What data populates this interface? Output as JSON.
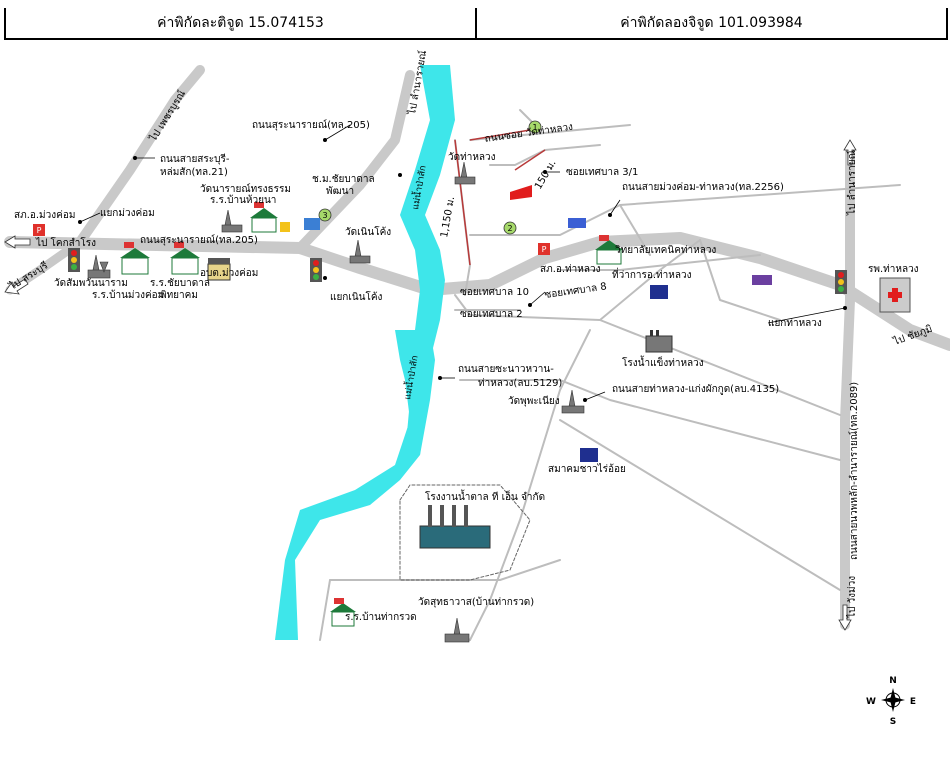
{
  "header": {
    "latitude": "ค่าพิกัดละติจูด 15.074153",
    "longitude": "ค่าพิกัดลองจิจูด 101.093984"
  },
  "colors": {
    "road": "#c9c9c9",
    "river": "#3ee6ea",
    "pointer": "#000000",
    "distance_line": "#b83a3a",
    "site": "#e11d1d"
  },
  "labels": {
    "to_phetchabun": "ไป เพชรบูรณ์",
    "to_lamnarai_top": "ไป ลำนารายณ์",
    "to_lamnarai_right": "ไป ลำนารายณ์",
    "to_khoksamrong": "ไป โคกสำโรง",
    "to_saraburi": "ไป สระบุรี",
    "to_chaibadan": "ไป ชัยภูมิ",
    "to_wangmuang": "ไป วังม่วง",
    "road_saraburi_lomsak": "ถนนสายสระบุรี-",
    "road_saraburi_lomsak_2": "หล่มสัก(ทล.21)",
    "road_suranarai_top": "ถนนสุระนารายณ์(ทล.205)",
    "road_suranarai_left": "ถนนสุระนารายณ์(ทล.205)",
    "soi_wat_thaluang": "ถนนซอย วัดท่าหลวง",
    "soi_3_1": "ซอยเทศบาล 3/1",
    "road_muangkhom_thaluang": "ถนนสายม่วงค่อม-ท่าหลวง(ทล.2256)",
    "soi_10": "ซอยเทศบาล 10",
    "soi_8": "ซอยเทศบาล 8",
    "soi_2": "ซอยเทศบาล 2",
    "road_sabrama": "ถนนสายซะนาวหวาน-",
    "road_sabrama_2": "ท่าหลวง(ลบ.5129)",
    "road_thaluang_kaengpakkut": "ถนนสายท่าหลวง-แก่งผักกูด(ลบ.4135)",
    "road_vertical": "ถนนสายนวพหลัก-ลำนารายณ์(ทล.2089)",
    "sakho_muangkhom": "สภ.อ.ม่วงค่อม",
    "yaek_muangkhom": "แยกม่วงค่อม",
    "wat_narai": "วัดนารายณ์ทรงธรรม",
    "school_ban_huaiyana": "ร.ร.บ้านห้วยนา",
    "ngo_chaibadan": "ช.ม.ชัยบาดาล",
    "ngo_chaibadan_2": "พัฒนา",
    "wat_noenkhong": "วัดเนินโค้ง",
    "wat_sanpawan": "วัดสัมพวันนาราม",
    "school_chaibadan": "ร.ร.ชัยบาดาล",
    "school_ban_muangkhom": "ร.ร.บ้านม่วงค่อม",
    "school_phitthayakhom": "พิทยาคม",
    "obt_muangkhom": "อบต.ม่วงค่อม",
    "yaek_noenkhong": "แยกเนินโค้ง",
    "wat_thaluang": "วัดท่าหลวง",
    "dist_1150": "1,150 ม.",
    "dist_150": "150 ม.",
    "river_1": "แม่น้ำป่าสัก",
    "river_2": "แม่น้ำป่าสัก",
    "college": "วิทยาลัยเทคนิคท่าหลวง",
    "sakho_thaluang": "สภ.อ.ท่าหลวง",
    "post_office": "ที่ว่าการอ.ท่าหลวง",
    "ice_factory": "โรงน้ำแข็งท่าหลวง",
    "yaek_thaluang": "แยกท่าหลวง",
    "hospital": "รพ.ท่าหลวง",
    "wat_phutthanimit": "วัดพุพะเนียง",
    "association": "สมาคมชาวไร่อ้อย",
    "factory": "โรงงานน้ำตาล ที เอ็น จำกัด",
    "wat_suthawat": "วัดสุทธาวาส(บ้านท่ากรวด)",
    "school_thakruat": "ร.ร.บ้านท่ากรวด",
    "num_1": "1",
    "num_2": "2",
    "num_3": "3"
  },
  "compass": {
    "n": "N",
    "s": "S",
    "e": "E",
    "w": "W"
  }
}
